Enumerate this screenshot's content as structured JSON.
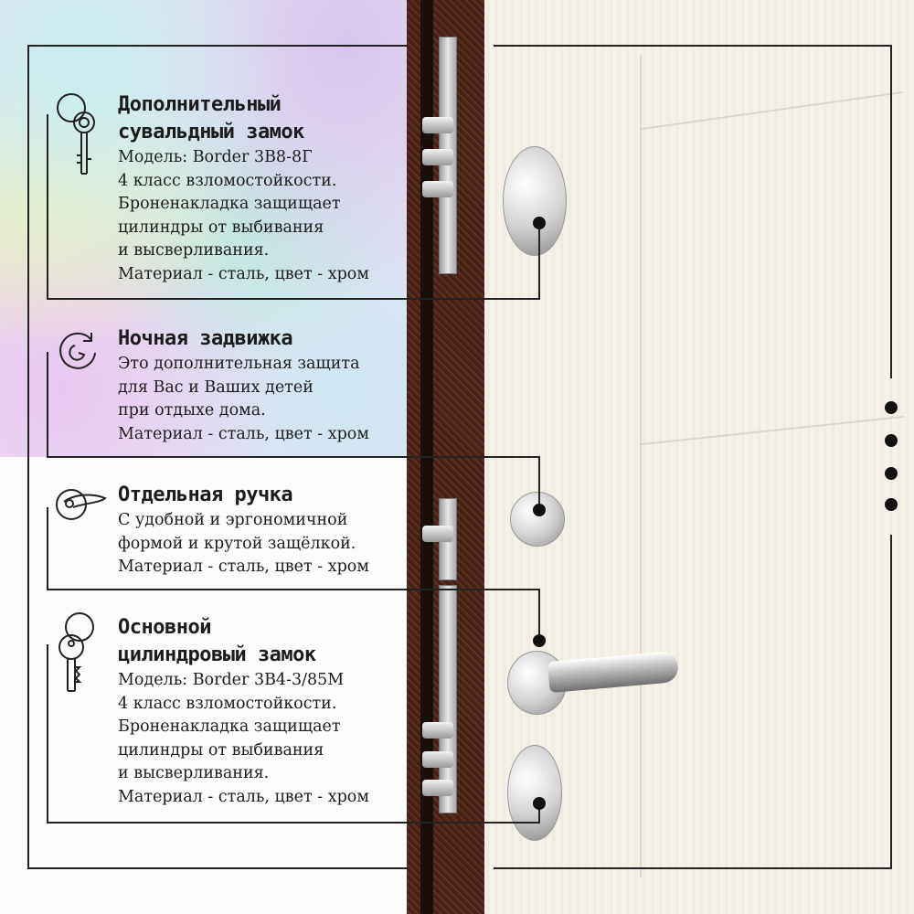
{
  "sections": [
    {
      "icon": "keys-icon",
      "title": [
        "Дополнительный",
        "сувальдный замок"
      ],
      "lines": [
        "Модель: Border 3В8-8Г",
        "4 класс взломостойкости.",
        "Броненакладка защищает",
        "цилиндры от выбивания",
        "и высверливания.",
        "Материал - сталь, цвет - хром"
      ]
    },
    {
      "icon": "rotate-latch-icon",
      "title": [
        "Ночная задвижка"
      ],
      "lines": [
        "Это дополнительная защита",
        "для Вас и Ваших детей",
        "при отдыхе дома.",
        "Материал - сталь, цвет - хром"
      ]
    },
    {
      "icon": "door-handle-icon",
      "title": [
        "Отдельная ручка"
      ],
      "lines": [
        "С удобной и эргономичной",
        "формой и крутой защёлкой.",
        "Материал - сталь, цвет - хром"
      ]
    },
    {
      "icon": "cylinder-key-icon",
      "title": [
        "Основной",
        "цилиндровый замок"
      ],
      "lines": [
        "Модель: Border 3В4-3/85М",
        "4 класс взломостойкости.",
        "Броненакладка защищает",
        "цилиндры от выбивания",
        "и высверливания.",
        "Материал - сталь, цвет - хром"
      ]
    }
  ],
  "colors": {
    "door_edge": "#4a2418",
    "door_surface": "#f3efe6",
    "line": "#222222"
  }
}
